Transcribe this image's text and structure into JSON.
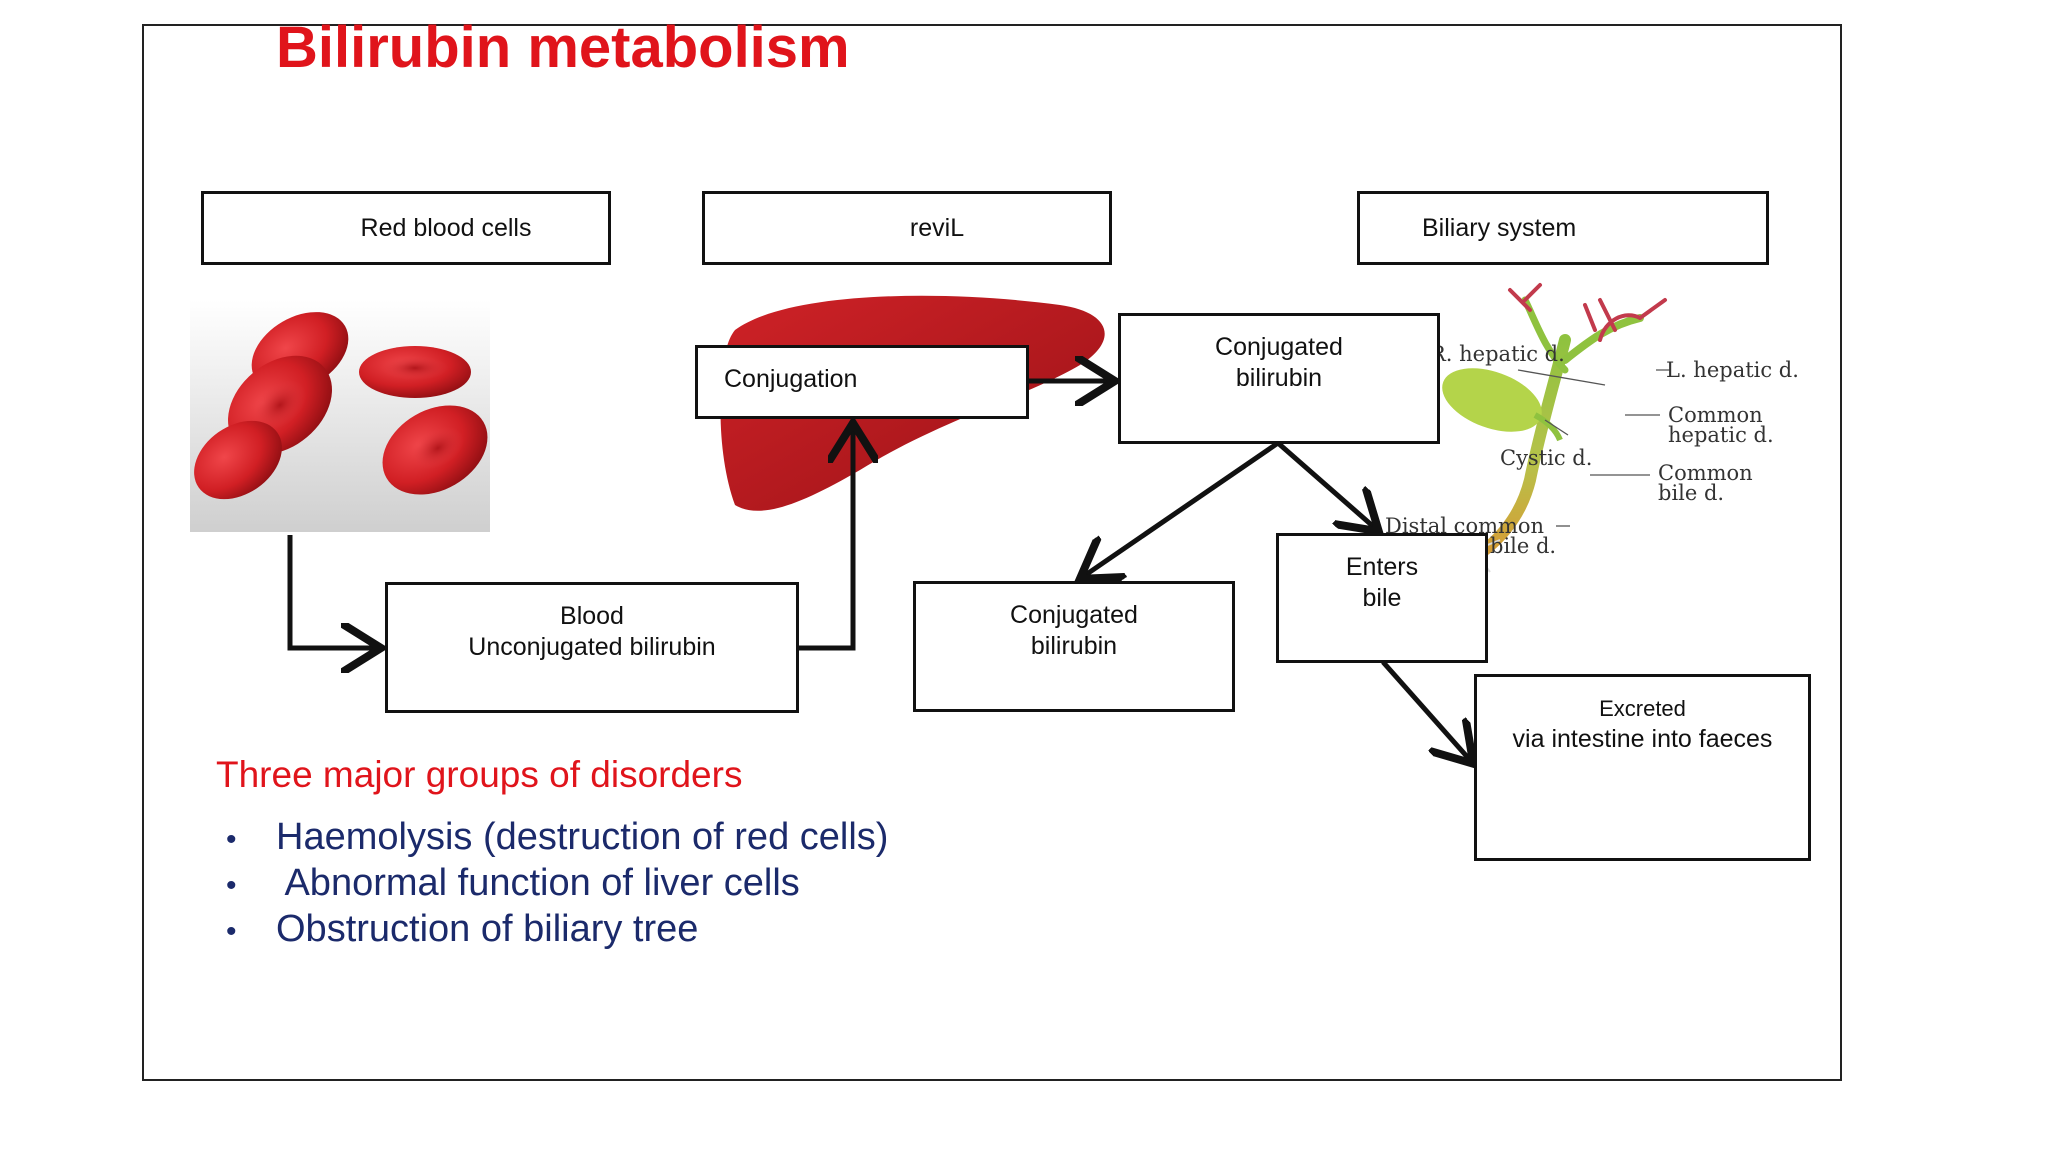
{
  "title": "Bilirubin metabolism",
  "headers": {
    "red_blood_cells": "Red blood cells",
    "liver": "reviL",
    "biliary_system": "Biliary system"
  },
  "flow": {
    "conjugation": "Conjugation",
    "conjugated_top": [
      "Conjugated",
      "bilirubin"
    ],
    "blood": [
      "Blood",
      "Unconjugated bilirubin"
    ],
    "conjugated_bottom": [
      "Conjugated",
      "bilirubin"
    ],
    "enters_bile": [
      "Enters",
      "bile"
    ],
    "excreted": [
      "Excreted",
      "via intestine into faeces"
    ]
  },
  "anatomy_labels": {
    "r_hepatic": "R. hepatic d.",
    "l_hepatic": "L. hepatic d.",
    "common_hepatic": [
      "Common",
      "hepatic d."
    ],
    "cystic": "Cystic d.",
    "common_bile": [
      "Common",
      "bile d."
    ],
    "distal_common": [
      "Distal common",
      "bile d."
    ]
  },
  "disorders": {
    "heading": "Three major groups of disorders",
    "items": [
      "Haemolysis (destruction of red cells)",
      " Abnormal function of liver cells",
      "Obstruction of biliary tree"
    ]
  },
  "colors": {
    "title": "#e0141b",
    "heading": "#e0141b",
    "bullets": "#1b2a6b",
    "rbc": "#d11f24",
    "liver": "#b3171c",
    "gallbladder": "#b4d44a",
    "duct": "#d9a53c"
  }
}
